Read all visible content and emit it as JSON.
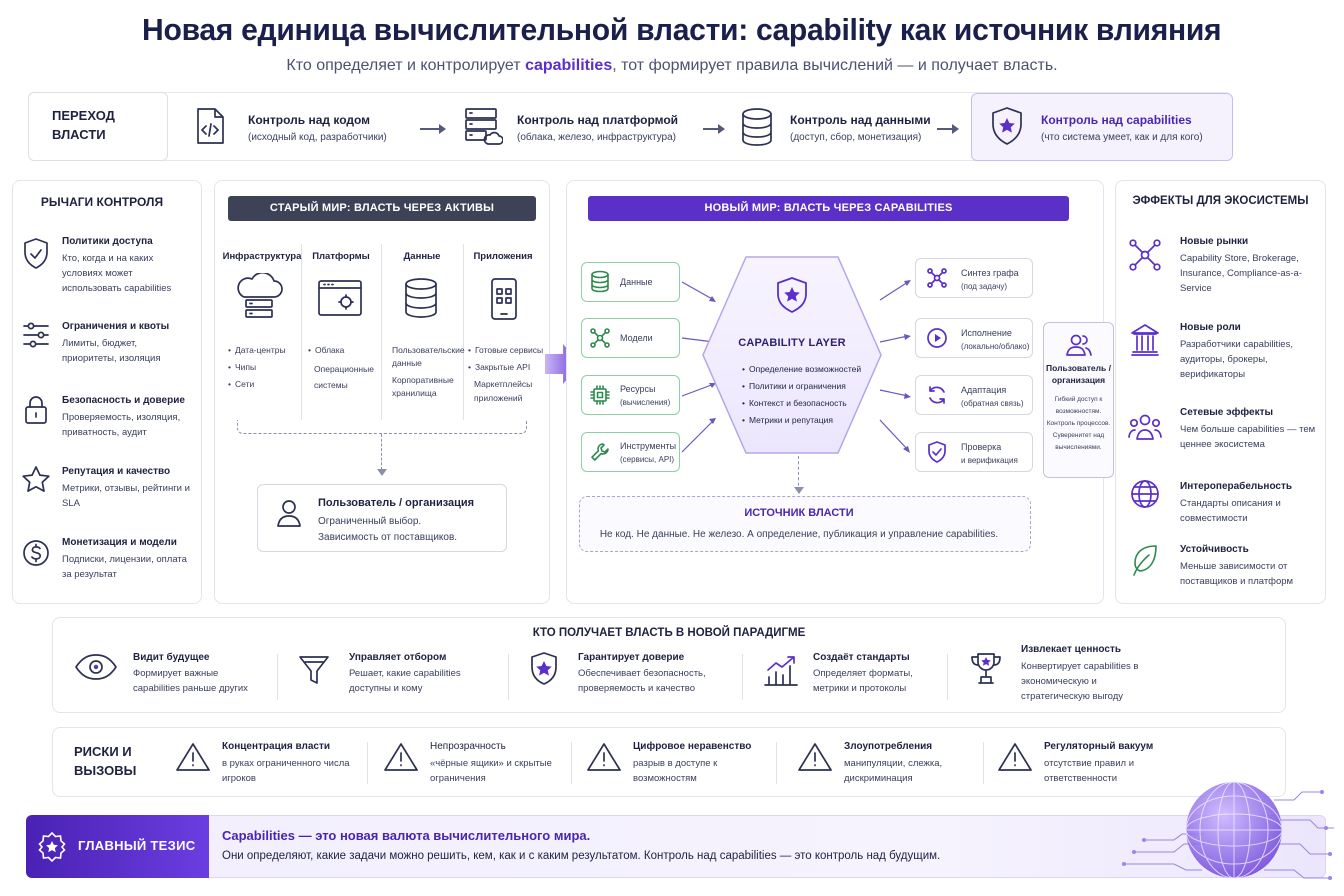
{
  "title": "Новая единица вычислительной власти: capability как источник влияния",
  "subtitle": {
    "pre": "Кто определяет и контролирует ",
    "highlight": "capabilities",
    "post": ", тот формирует правила вычислений — и получает власть."
  },
  "transition": {
    "label": "ПЕРЕХОД ВЛАСТИ",
    "steps": [
      {
        "icon": "code-file-icon",
        "title": "Контроль над кодом",
        "desc": "(исходный код, разработчики)"
      },
      {
        "icon": "server-cloud-icon",
        "title": "Контроль над платформой",
        "desc": "(облака, железо, инфраструктура)"
      },
      {
        "icon": "database-icon",
        "title": "Контроль над данными",
        "desc": "(доступ, сбор, монетизация)"
      },
      {
        "icon": "shield-star-icon",
        "title": "Контроль над capabilities",
        "desc": "(что система умеет, как и для кого)"
      }
    ]
  },
  "levers": {
    "title": "РЫЧАГИ КОНТРОЛЯ",
    "items": [
      {
        "icon": "shield-check-icon",
        "title": "Политики доступа",
        "desc": "Кто, когда и на каких условиях может использовать capabilities"
      },
      {
        "icon": "sliders-icon",
        "title": "Ограничения и квоты",
        "desc": "Лимиты, бюджет, приоритеты, изоляция"
      },
      {
        "icon": "lock-icon",
        "title": "Безопасность и доверие",
        "desc": "Проверяемость, изоляция, приватность, аудит"
      },
      {
        "icon": "star-icon",
        "title": "Репутация и качество",
        "desc": "Метрики, отзывы, рейтинги и SLA"
      },
      {
        "icon": "dollar-icon",
        "title": "Монетизация и модели",
        "desc": "Подписки, лицензии, оплата за результат"
      }
    ]
  },
  "old_world": {
    "banner": "СТАРЫЙ МИР: ВЛАСТЬ ЧЕРЕЗ АКТИВЫ",
    "columns": [
      {
        "title": "Инфраструктура",
        "icon": "cloud-server-icon",
        "items": [
          "Дата-центры",
          "Чипы",
          "Сети"
        ]
      },
      {
        "title": "Платформы",
        "icon": "browser-window-icon",
        "items": [
          "Облака",
          "Операционные системы"
        ]
      },
      {
        "title": "Данные",
        "icon": "database-icon",
        "items": [
          "Пользовательские данные",
          "Корпоративные хранилища"
        ]
      },
      {
        "title": "Приложения",
        "icon": "smartphone-icon",
        "items": [
          "Готовые сервисы",
          "Закрытые API",
          "Маркетплейсы приложений"
        ]
      }
    ],
    "user": {
      "title": "Пользователь / организация",
      "desc": "Ограниченный выбор. Зависимость от поставщиков."
    }
  },
  "new_world": {
    "banner": "НОВЫЙ МИР: ВЛАСТЬ ЧЕРЕЗ CAPABILITIES",
    "inputs": [
      {
        "icon": "database-icon",
        "label": "Данные",
        "sub": ""
      },
      {
        "icon": "network-icon",
        "label": "Модели",
        "sub": ""
      },
      {
        "icon": "chip-icon",
        "label": "Ресурсы",
        "sub": "(вычисления)"
      },
      {
        "icon": "wrench-icon",
        "label": "Инструменты",
        "sub": "(сервисы, API)"
      }
    ],
    "core": {
      "title": "CAPABILITY LAYER",
      "items": [
        "Определение возможностей",
        "Политики и ограничения",
        "Контекст и безопасность",
        "Метрики и репутация"
      ]
    },
    "outputs": [
      {
        "icon": "graph-icon",
        "label": "Синтез графа",
        "sub": "(под задачу)"
      },
      {
        "icon": "play-icon",
        "label": "Исполнение",
        "sub": "(локально/облако)"
      },
      {
        "icon": "refresh-icon",
        "label": "Адаптация",
        "sub": "(обратная связь)"
      },
      {
        "icon": "shield-check-icon",
        "label": "Проверка",
        "sub": "и верификация"
      }
    ],
    "user": {
      "title": "Пользователь / организация",
      "desc": "Гибкий доступ к возможностям. Контроль процессов. Суверенитет над вычислениями."
    },
    "source": {
      "title": "ИСТОЧНИК ВЛАСТИ",
      "desc": "Не код. Не данные. Не железо. А определение, публикация и управление capabilities."
    }
  },
  "effects": {
    "title": "ЭФФЕКТЫ ДЛЯ ЭКОСИСТЕМЫ",
    "items": [
      {
        "icon": "hub-icon",
        "title": "Новые рынки",
        "desc": "Capability Store, Brokerage, Insurance, Compliance-as-a-Service"
      },
      {
        "icon": "institution-icon",
        "title": "Новые роли",
        "desc": "Разработчики capabilities, аудиторы, брокеры, верификаторы"
      },
      {
        "icon": "people-icon",
        "title": "Сетевые эффекты",
        "desc": "Чем больше capabilities — тем ценнее экосистема"
      },
      {
        "icon": "globe-icon",
        "title": "Интероперабельность",
        "desc": "Стандарты описания и совместимости"
      },
      {
        "icon": "leaf-icon",
        "title": "Устойчивость",
        "desc": "Меньше зависимости от поставщиков и платформ"
      }
    ]
  },
  "winners": {
    "title": "КТО ПОЛУЧАЕТ ВЛАСТЬ В НОВОЙ ПАРАДИГМЕ",
    "items": [
      {
        "icon": "eye-icon",
        "title": "Видит будущее",
        "desc": "Формирует важные capabilities раньше других"
      },
      {
        "icon": "funnel-icon",
        "title": "Управляет отбором",
        "desc": "Решает, какие capabilities доступны и кому"
      },
      {
        "icon": "shield-star-icon",
        "title": "Гарантирует доверие",
        "desc": "Обеспечивает безопасность, проверяемость и качество"
      },
      {
        "icon": "chart-growth-icon",
        "title": "Создаёт стандарты",
        "desc": "Определяет форматы, метрики и протоколы"
      },
      {
        "icon": "trophy-icon",
        "title": "Извлекает ценность",
        "desc": "Конвертирует capabilities в экономическую и стратегическую выгоду"
      }
    ]
  },
  "risks": {
    "title": "РИСКИ И ВЫЗОВЫ",
    "items": [
      {
        "title": "Концентрация власти",
        "desc": "в руках ограниченного числа игроков"
      },
      {
        "title": "Непрозрачность",
        "desc": "«чёрные ящики» и скрытые ограничения"
      },
      {
        "title": "Цифровое неравенство",
        "desc": "разрыв в доступе к возможностям"
      },
      {
        "title": "Злоупотребления",
        "desc": "манипуляции, слежка, дискриминация"
      },
      {
        "title": "Регуляторный вакуум",
        "desc": "отсутствие правил и ответственности"
      }
    ]
  },
  "thesis": {
    "label": "ГЛАВНЫЙ ТЕЗИС",
    "title": "Capabilities — это новая валюта вычислительного мира.",
    "desc": "Они определяют, какие задачи можно решить, кем, как и с каким результатом. Контроль над capabilities — это контроль над будущим."
  },
  "colors": {
    "accent": "#5b30c9",
    "dark_banner": "#3d4257",
    "green": "#2f8a4f",
    "text": "#1e2240"
  }
}
